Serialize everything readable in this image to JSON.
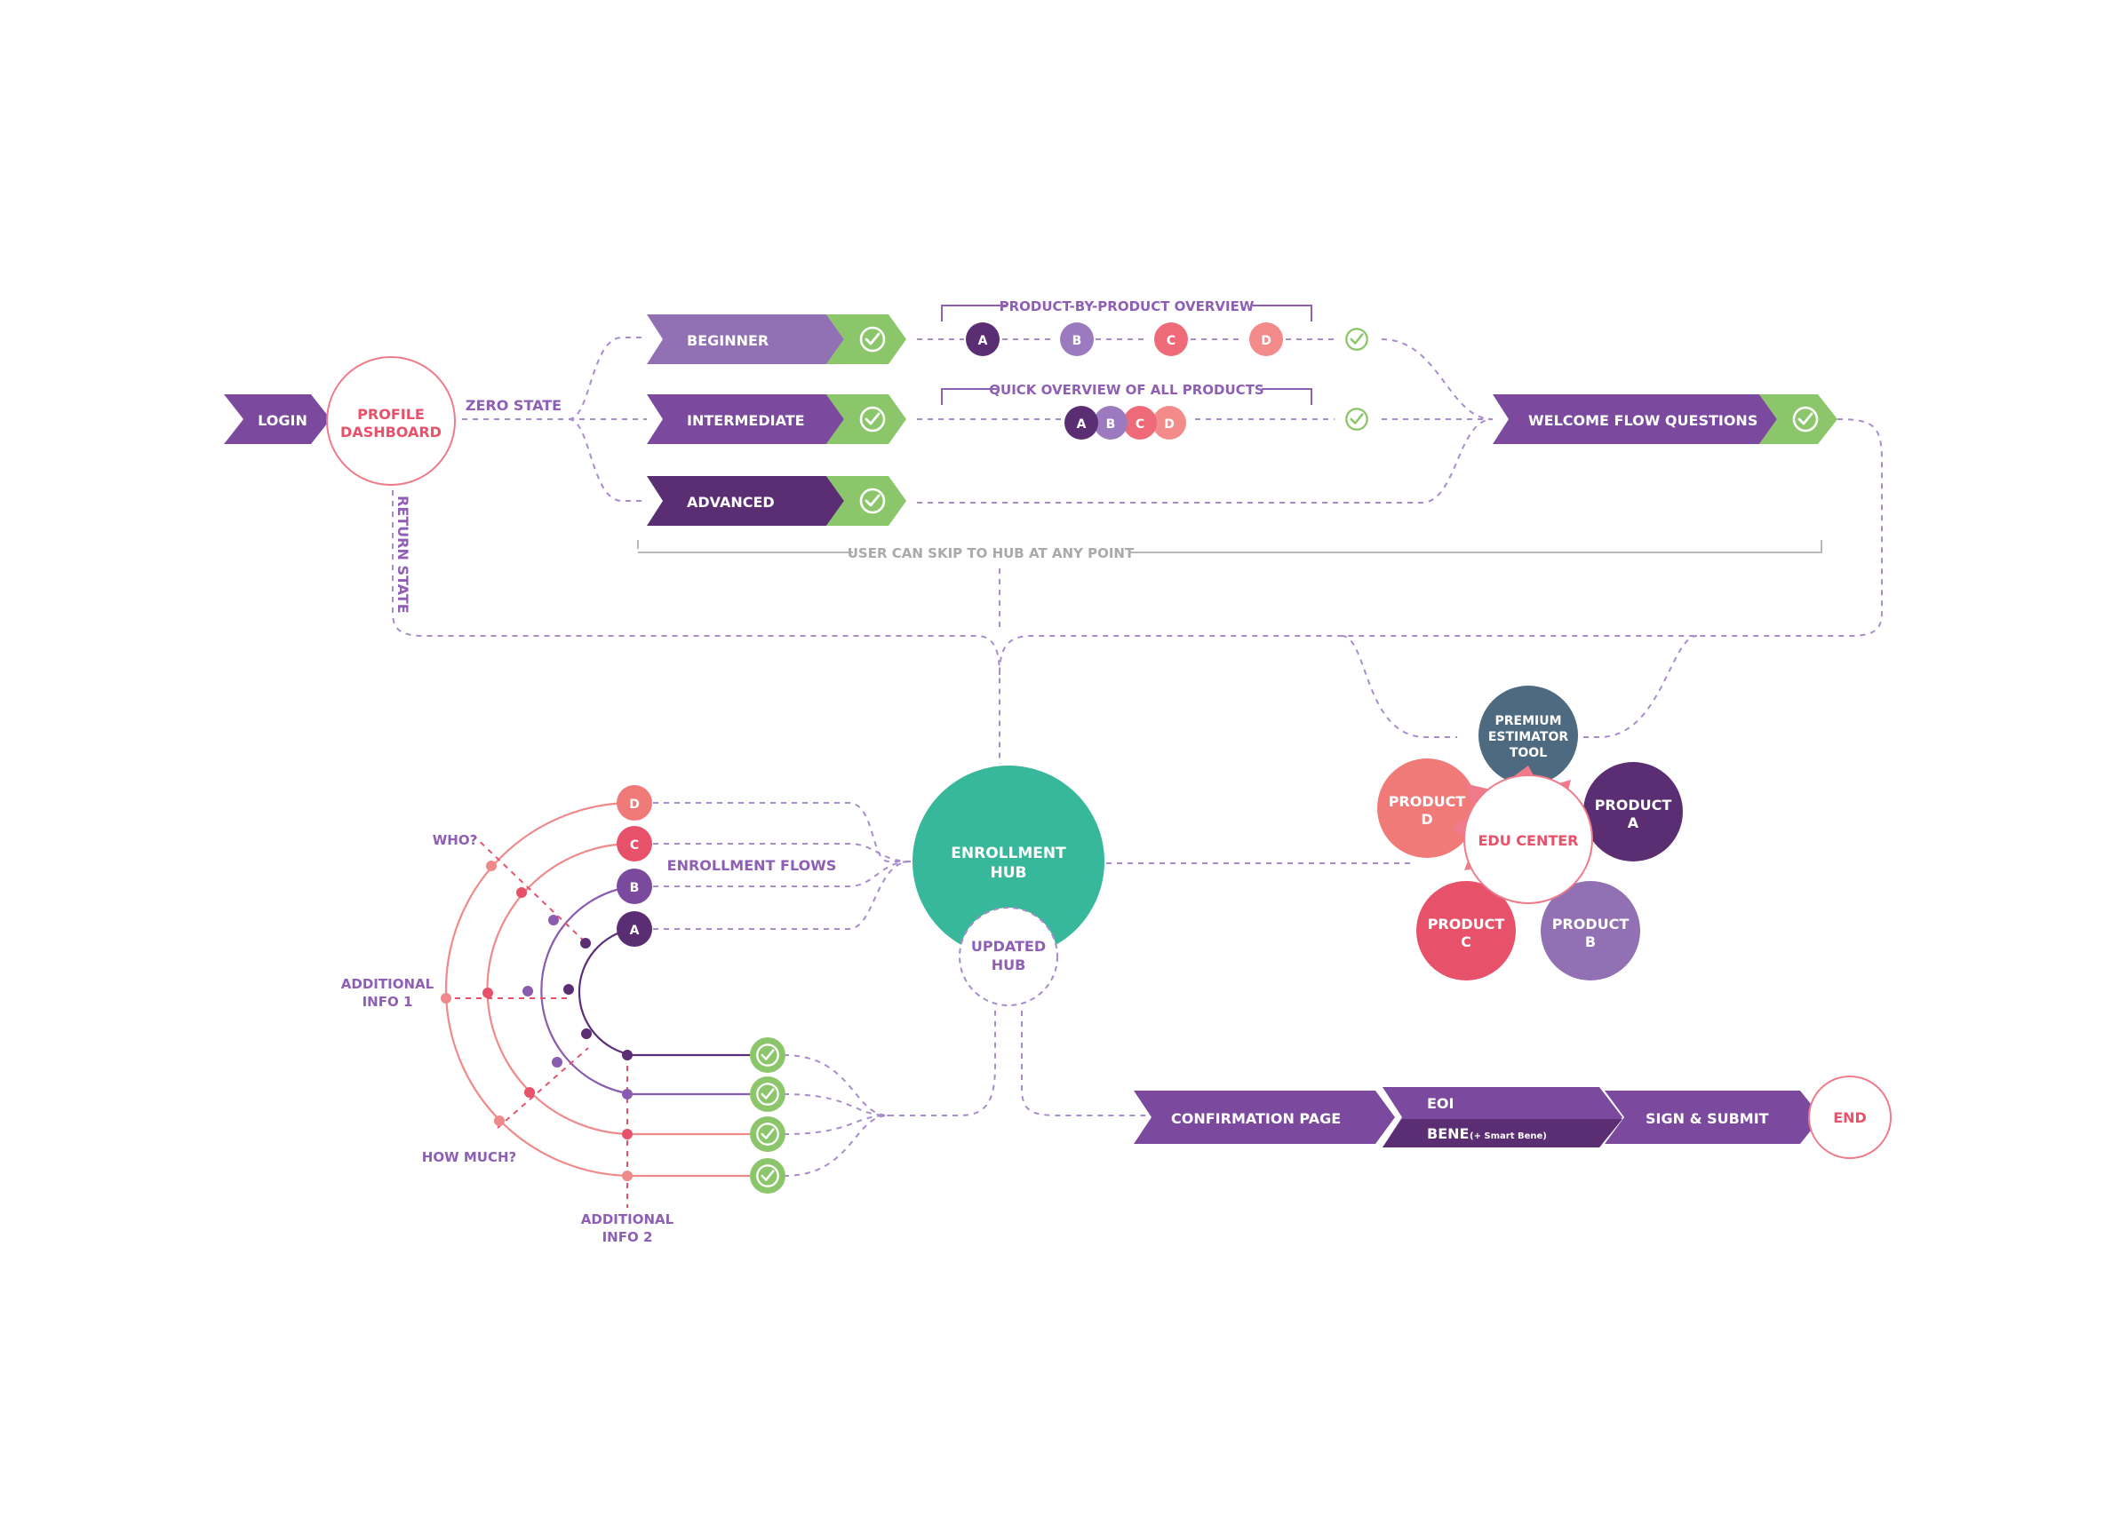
{
  "colors": {
    "purple": "#7b4a9e",
    "light_purple": "#9b73be",
    "dark_purple": "#5b2d73",
    "green": "#8cc66b",
    "teal": "#38b89a",
    "pink": "#e8516a",
    "salmon": "#ef7a78",
    "slate": "#4d6a80",
    "line": "#a88ccc"
  },
  "top_flow": {
    "login": "LOGIN",
    "profile_dashboard": [
      "PROFILE",
      "DASHBOARD"
    ],
    "zero_state": "ZERO STATE",
    "return_state": "RETURN STATE",
    "beginner": "BEGINNER",
    "intermediate": "INTERMEDIATE",
    "advanced": "ADVANCED",
    "product_by_product": "PRODUCT-BY-PRODUCT OVERVIEW",
    "quick_overview": "QUICK OVERVIEW OF ALL PRODUCTS",
    "products_row": [
      "A",
      "B",
      "C",
      "D"
    ],
    "welcome_flow": "WELCOME FLOW QUESTIONS",
    "skip_note": "USER CAN SKIP TO HUB AT ANY POINT"
  },
  "hub": {
    "enrollment_hub": [
      "ENROLLMENT",
      "HUB"
    ],
    "updated_hub": [
      "UPDATED",
      "HUB"
    ]
  },
  "edu": {
    "center": "EDU CENTER",
    "premium": [
      "PREMIUM",
      "ESTIMATOR",
      "TOOL"
    ],
    "product_a": [
      "PRODUCT",
      "A"
    ],
    "product_b": [
      "PRODUCT",
      "B"
    ],
    "product_c": [
      "PRODUCT",
      "C"
    ],
    "product_d": [
      "PRODUCT",
      "D"
    ]
  },
  "enrollment": {
    "flows_label": "ENROLLMENT FLOWS",
    "products": [
      "D",
      "C",
      "B",
      "A"
    ],
    "who": "WHO?",
    "additional_info_1": [
      "ADDITIONAL",
      "INFO 1"
    ],
    "how_much": "HOW MUCH?",
    "additional_info_2": [
      "ADDITIONAL",
      "INFO 2"
    ]
  },
  "bottom_flow": {
    "confirmation": "CONFIRMATION PAGE",
    "eoi": "EOI",
    "bene": "BENE",
    "bene_note": "(+ Smart Bene)",
    "sign_submit": "SIGN & SUBMIT",
    "end": "END"
  }
}
